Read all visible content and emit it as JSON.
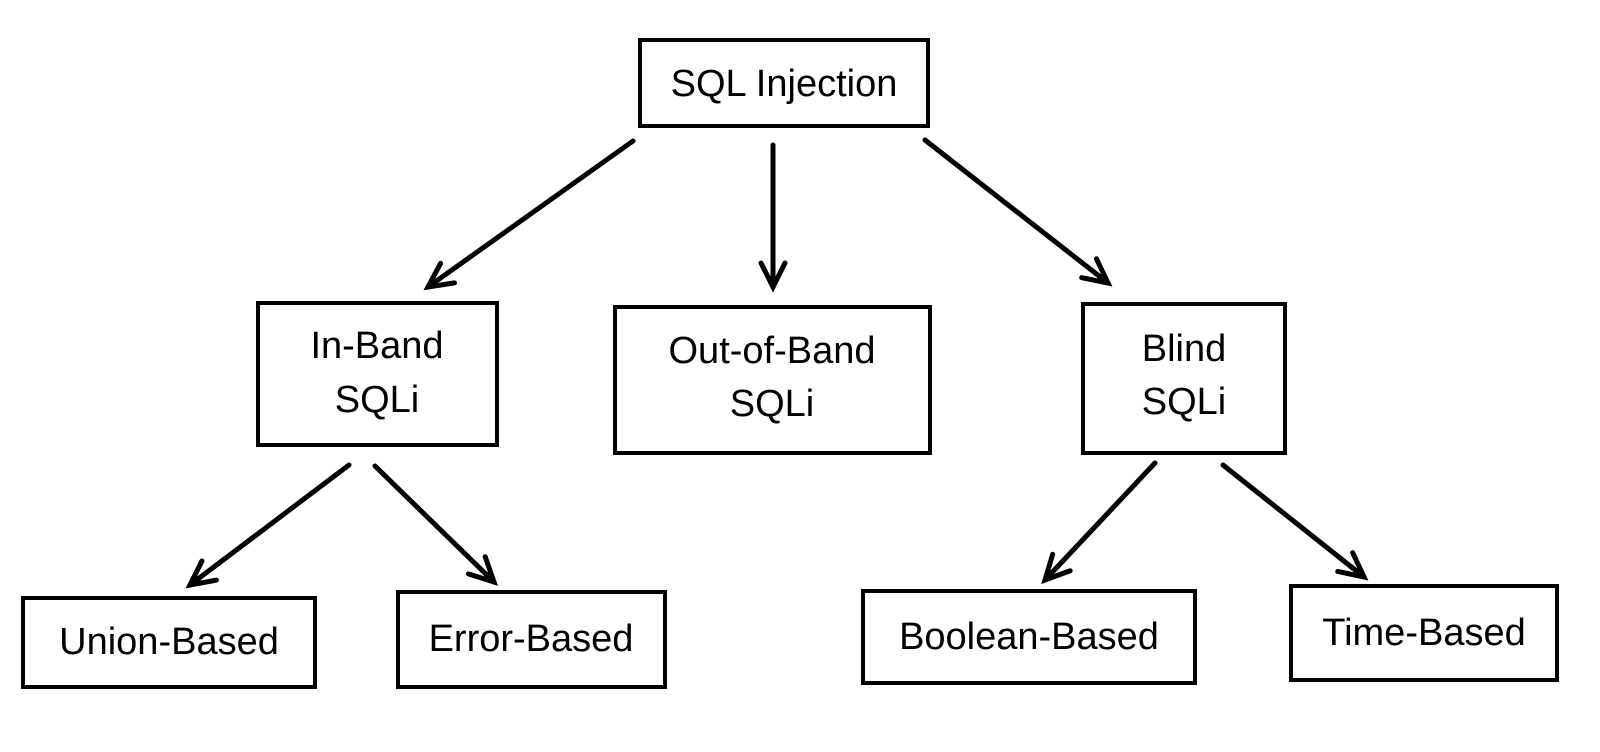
{
  "diagram": {
    "type": "tree",
    "colors": {
      "stroke": "#000000",
      "background": "#ffffff",
      "text": "#000000"
    },
    "nodes": {
      "root": {
        "label": "SQL Injection"
      },
      "in_band": {
        "label": "In-Band SQLi",
        "lines": [
          "In-Band",
          "SQLi"
        ]
      },
      "out_of_band": {
        "label": "Out-of-Band SQLi",
        "lines": [
          "Out-of-Band",
          "SQLi"
        ]
      },
      "blind": {
        "label": "Blind SQLi",
        "lines": [
          "Blind",
          "SQLi"
        ]
      },
      "union_based": {
        "label": "Union-Based"
      },
      "error_based": {
        "label": "Error-Based"
      },
      "boolean_based": {
        "label": "Boolean-Based"
      },
      "time_based": {
        "label": "Time-Based"
      }
    },
    "edges": [
      {
        "from": "SQL Injection",
        "to": "In-Band SQLi",
        "style": "arrow"
      },
      {
        "from": "SQL Injection",
        "to": "Out-of-Band SQLi",
        "style": "arrow"
      },
      {
        "from": "SQL Injection",
        "to": "Blind SQLi",
        "style": "arrow"
      },
      {
        "from": "In-Band SQLi",
        "to": "Union-Based",
        "style": "arrow"
      },
      {
        "from": "In-Band SQLi",
        "to": "Error-Based",
        "style": "arrow"
      },
      {
        "from": "Blind SQLi",
        "to": "Boolean-Based",
        "style": "arrow"
      },
      {
        "from": "Blind SQLi",
        "to": "Time-Based",
        "style": "arrow"
      }
    ]
  }
}
